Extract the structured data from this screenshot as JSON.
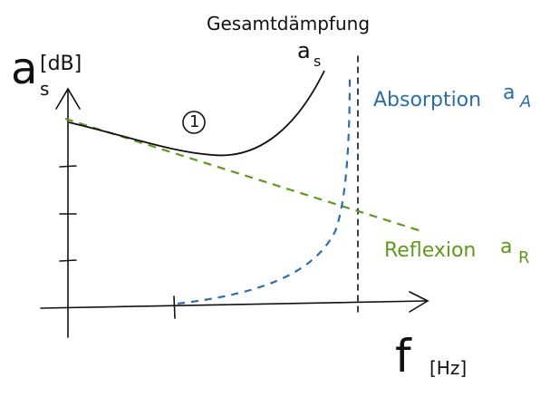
{
  "axes": {
    "y_symbol": "a",
    "y_subscript": "s",
    "y_unit": "[dB]",
    "x_symbol": "f",
    "x_unit": "[Hz]"
  },
  "curves": {
    "total": {
      "label": "Gesamtdämpfung",
      "sub_symbol": "a",
      "sub_subscript": "s",
      "color": "#111111"
    },
    "absorption": {
      "label": "Absorption",
      "symbol": "a",
      "subscript": "A",
      "color": "#2a6db0"
    },
    "reflection": {
      "label": "Reflexion",
      "symbol": "a",
      "subscript": "R",
      "color": "#5f9a1c"
    }
  },
  "marker": {
    "text": "1"
  },
  "colors": {
    "axis": "#111111"
  }
}
